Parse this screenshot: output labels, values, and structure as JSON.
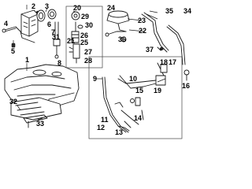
{
  "diagram": {
    "callouts": {
      "c1": "1",
      "c2": "2",
      "c3": "3",
      "c4": "4",
      "c5": "5",
      "c6": "6",
      "c7": "7",
      "c8": "8",
      "c9": "9",
      "c10": "10",
      "c11": "11",
      "c12": "12",
      "c13": "13",
      "c14": "14",
      "c15": "15",
      "c16": "16",
      "c17": "17",
      "c18": "18",
      "c19": "19",
      "c20": "20",
      "c21": "21",
      "c22": "22",
      "c23": "23",
      "c24": "24",
      "c25": "25",
      "c26": "26",
      "c27": "27",
      "c28": "28",
      "c29": "29",
      "c30": "30",
      "c31": "31",
      "c32": "32",
      "c33": "33",
      "c34": "34",
      "c35": "35",
      "c36": "36",
      "c37": "37"
    }
  }
}
